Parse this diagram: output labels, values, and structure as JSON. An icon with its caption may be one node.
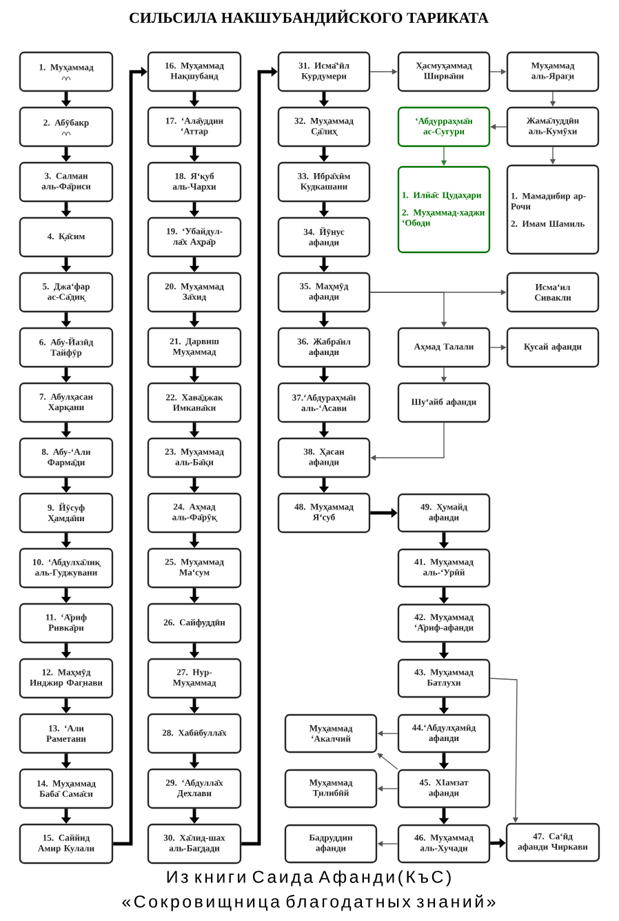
{
  "diagram": {
    "title": "СИЛЬСИЛА НАКШУБАНДИЙСКОГО ТАРИКАТА",
    "caption": "Из книги Саида Афанди(КъС) «Сокровищница благодатных знаний»",
    "nodes": [
      {
        "text": [
          "1. Мух̣аммад"
        ]
      },
      {
        "text": [
          "2. Абӯбакр"
        ]
      },
      {
        "text": [
          "3. Салман аль-Фа̄риси"
        ]
      },
      {
        "text": [
          "4. К̣а̄сим"
        ]
      },
      {
        "text": [
          "5. Джа‘фар ас-Са̄дик̣"
        ]
      },
      {
        "text": [
          "6. Абу-Йазӣд Тайфӯр"
        ]
      },
      {
        "text": [
          "7. Абулх̣асан Харк̣ани"
        ]
      },
      {
        "text": [
          "8. Абу-‘Али Фарма̄ди"
        ]
      },
      {
        "text": [
          "9. Йӯсуф Х̣амда̄ни"
        ]
      },
      {
        "text": [
          "10. ‘Абдулха̄лик̣ аль-Гуджувани"
        ]
      },
      {
        "text": [
          "11. ‘А̄риф Ривка̄ри"
        ]
      },
      {
        "text": [
          "12. Мах̣мӯд Инджир Фаг̣нави"
        ]
      },
      {
        "text": [
          "13. ‘Али Раметани"
        ]
      },
      {
        "text": [
          "14. Мух̣аммад Баба̄ Сама̄си"
        ]
      },
      {
        "text": [
          "15. Саййид Амир Кулали"
        ]
      },
      {
        "text": [
          "16. Мух̣аммад Нак̣шубанд"
        ]
      },
      {
        "text": [
          "17. ‘Ала̄уддин ‘Аттар"
        ]
      },
      {
        "text": [
          "18. Я‘к̣уб аль-Чархи"
        ]
      },
      {
        "text": [
          "19. ‘Убайдул-ла̄х Ах̣ра̄р"
        ]
      },
      {
        "text": [
          "20. Мух̣аммад За̄хид"
        ]
      },
      {
        "text": [
          "21. Дарвиш Мух̣аммад"
        ]
      },
      {
        "text": [
          "22. Хава̄джак Имкана̄ки"
        ]
      },
      {
        "text": [
          "23. Мух̣аммад аль-Ба̄к̣и"
        ]
      },
      {
        "text": [
          "24. Ах̣мад аль-Фа̄рӯк̣"
        ]
      },
      {
        "text": [
          "25. Мух̣аммад Ма‘сум"
        ]
      },
      {
        "text": [
          "26. Сайфуддӣн"
        ]
      },
      {
        "text": [
          "27. Нур-Мух̣аммад"
        ]
      },
      {
        "text": [
          "28. Хабӣбулла̄х"
        ]
      },
      {
        "text": [
          "29. ‘Абдулла̄х Дехлави"
        ]
      },
      {
        "text": [
          "30. Ха̄лид-шах аль-Баг̣дади"
        ]
      },
      {
        "text": [
          "31. Исма̄‘ӣл Курдумери"
        ]
      },
      {
        "text": [
          "32. Мух̣аммад С̣а̄лих̣"
        ]
      },
      {
        "text": [
          "33. Ибра̄хӣм Кудкашани"
        ]
      },
      {
        "text": [
          "34. Йӯнус афанди"
        ]
      },
      {
        "text": [
          "35. Мах̣мӯд афанди"
        ]
      },
      {
        "text": [
          "36. Жабра̄ил афанди"
        ]
      },
      {
        "text": [
          "37.‘Абдурах̣ма̄н аль-‘Асави"
        ]
      },
      {
        "text": [
          "38. Х̣асан афанди"
        ]
      },
      {
        "text": [
          "48. Мух̣аммад Я‘суб"
        ]
      },
      {
        "text": [
          "Х̣асмух̣аммад Ширва̄ни"
        ]
      },
      {
        "text": [
          "Мух̣аммад аль-Яраг̣и"
        ]
      },
      {
        "text": [
          "Жама̄луддӣн аль-Кумӯхи"
        ]
      },
      {
        "text": [
          "‘Абдуррах̣ма̄н ас-Сугури"
        ]
      },
      {
        "text": [
          "1. Илйа̄с Цудах̣ари",
          "2. Мух̣аммад-хаджи ‘Ободи"
        ]
      },
      {
        "text": [
          "1. Мамадибир ар-Рочи",
          "2. Имам Шамиль"
        ]
      },
      {
        "text": [
          "Исма‘ил Сивакли"
        ]
      },
      {
        "text": [
          "Ах̣мад Талали"
        ]
      },
      {
        "text": [
          "К̣усай афанди"
        ]
      },
      {
        "text": [
          "Шу‘айб афанди"
        ]
      },
      {
        "text": [
          "49. Х̣умайд афанди"
        ]
      },
      {
        "text": [
          "41. Мух̣аммад аль-‘Урӣй"
        ]
      },
      {
        "text": [
          "42. Мух̣аммад ‘А̄риф-афанди"
        ]
      },
      {
        "text": [
          "43. Мух̣аммад Батлухи"
        ]
      },
      {
        "text": [
          "44.‘Абдулх̣амӣд афанди"
        ]
      },
      {
        "text": [
          "Мух̣аммад ‘Акалчий"
        ]
      },
      {
        "text": [
          "45. ХӀамзат афанди"
        ]
      },
      {
        "text": [
          "Мух̣аммад Т̣илибӣй"
        ]
      },
      {
        "text": [
          "46. Мух̣аммад аль-Хучади"
        ]
      },
      {
        "text": [
          "Бадруддин афанди"
        ]
      },
      {
        "text": [
          "47. Са‘ӣд афанди Чиркави"
        ]
      }
    ],
    "edges": [
      {
        "from": 0,
        "to": 1,
        "arrow": "to"
      },
      {
        "from": 1,
        "to": 2,
        "arrow": "to"
      },
      {
        "from": 2,
        "to": 3,
        "arrow": "to"
      },
      {
        "from": 3,
        "to": 4,
        "arrow": "to"
      },
      {
        "from": 4,
        "to": 5,
        "arrow": "to"
      },
      {
        "from": 5,
        "to": 6,
        "arrow": "to"
      },
      {
        "from": 6,
        "to": 7,
        "arrow": "to"
      },
      {
        "from": 7,
        "to": 8,
        "arrow": "to"
      },
      {
        "from": 8,
        "to": 9,
        "arrow": "to"
      },
      {
        "from": 9,
        "to": 10,
        "arrow": "to"
      },
      {
        "from": 10,
        "to": 11,
        "arrow": "to"
      },
      {
        "from": 11,
        "to": 12,
        "arrow": "to"
      },
      {
        "from": 12,
        "to": 13,
        "arrow": "to"
      },
      {
        "from": 13,
        "to": 14,
        "arrow": "to"
      },
      {
        "from": 14,
        "to": 15,
        "arrow": "to"
      },
      {
        "from": 15,
        "to": 16,
        "arrow": "to"
      },
      {
        "from": 16,
        "to": 17,
        "arrow": "to"
      },
      {
        "from": 17,
        "to": 18,
        "arrow": "to"
      },
      {
        "from": 18,
        "to": 19,
        "arrow": "to"
      },
      {
        "from": 19,
        "to": 20,
        "arrow": "to"
      },
      {
        "from": 20,
        "to": 21,
        "arrow": "to"
      },
      {
        "from": 21,
        "to": 22,
        "arrow": "to"
      },
      {
        "from": 22,
        "to": 23,
        "arrow": "to"
      },
      {
        "from": 23,
        "to": 24,
        "arrow": "to"
      },
      {
        "from": 24,
        "to": 25,
        "arrow": "to"
      },
      {
        "from": 25,
        "to": 26,
        "arrow": "to"
      },
      {
        "from": 26,
        "to": 27,
        "arrow": "to"
      },
      {
        "from": 27,
        "to": 28,
        "arrow": "to"
      },
      {
        "from": 28,
        "to": 29,
        "arrow": "to"
      },
      {
        "from": 29,
        "to": 30,
        "arrow": "to"
      },
      {
        "from": 30,
        "to": 31,
        "arrow": "to"
      },
      {
        "from": 31,
        "to": 32,
        "arrow": "to"
      },
      {
        "from": 32,
        "to": 33,
        "arrow": "to"
      },
      {
        "from": 33,
        "to": 34,
        "arrow": "to"
      },
      {
        "from": 34,
        "to": 35,
        "arrow": "to"
      },
      {
        "from": 35,
        "to": 36,
        "arrow": "to"
      },
      {
        "from": 36,
        "to": 37,
        "arrow": "to"
      },
      {
        "from": 37,
        "to": 38,
        "arrow": "to"
      },
      {
        "from": 38,
        "to": 49,
        "arrow": "to"
      },
      {
        "from": 49,
        "to": 50,
        "arrow": "to"
      },
      {
        "from": 50,
        "to": 51,
        "arrow": "to"
      },
      {
        "from": 51,
        "to": 52,
        "arrow": "to"
      },
      {
        "from": 52,
        "to": 53,
        "arrow": "to"
      },
      {
        "from": 53,
        "to": 55,
        "arrow": "to"
      },
      {
        "from": 55,
        "to": 57,
        "arrow": "to"
      },
      {
        "from": 57,
        "to": 59,
        "arrow": "to"
      },
      {
        "from": 52,
        "to": 59,
        "arrow": "to",
        "color": "#555555"
      },
      {
        "from": 53,
        "to": 54,
        "arrow": "to",
        "color": "#555555"
      },
      {
        "from": 55,
        "to": 54,
        "arrow": "to",
        "color": "#555555"
      },
      {
        "from": 55,
        "to": 56,
        "arrow": "to",
        "color": "#555555"
      },
      {
        "from": 57,
        "to": 58,
        "arrow": "to",
        "color": "#555555"
      },
      {
        "from": 30,
        "to": 39,
        "arrow": "to",
        "color": "#555555"
      },
      {
        "from": 39,
        "to": 40,
        "arrow": "to",
        "color": "#555555"
      },
      {
        "from": 40,
        "to": 41,
        "arrow": "to",
        "color": "#555555"
      },
      {
        "from": 41,
        "to": 42,
        "arrow": "to",
        "color": "#555555"
      },
      {
        "from": 42,
        "to": 43,
        "arrow": "to",
        "color": "#2e7d32"
      },
      {
        "from": 41,
        "to": 44,
        "arrow": "to",
        "color": "#555555"
      },
      {
        "from": 34,
        "to": 45,
        "arrow": "to",
        "color": "#555555"
      },
      {
        "from": 34,
        "to": 46,
        "arrow": "to",
        "color": "#555555"
      },
      {
        "from": 46,
        "to": 47,
        "arrow": "to",
        "color": "#555555"
      },
      {
        "from": 46,
        "to": 48,
        "arrow": "to",
        "color": "#555555"
      },
      {
        "from": 48,
        "to": 37,
        "arrow": "to",
        "color": "#555555"
      }
    ]
  }
}
